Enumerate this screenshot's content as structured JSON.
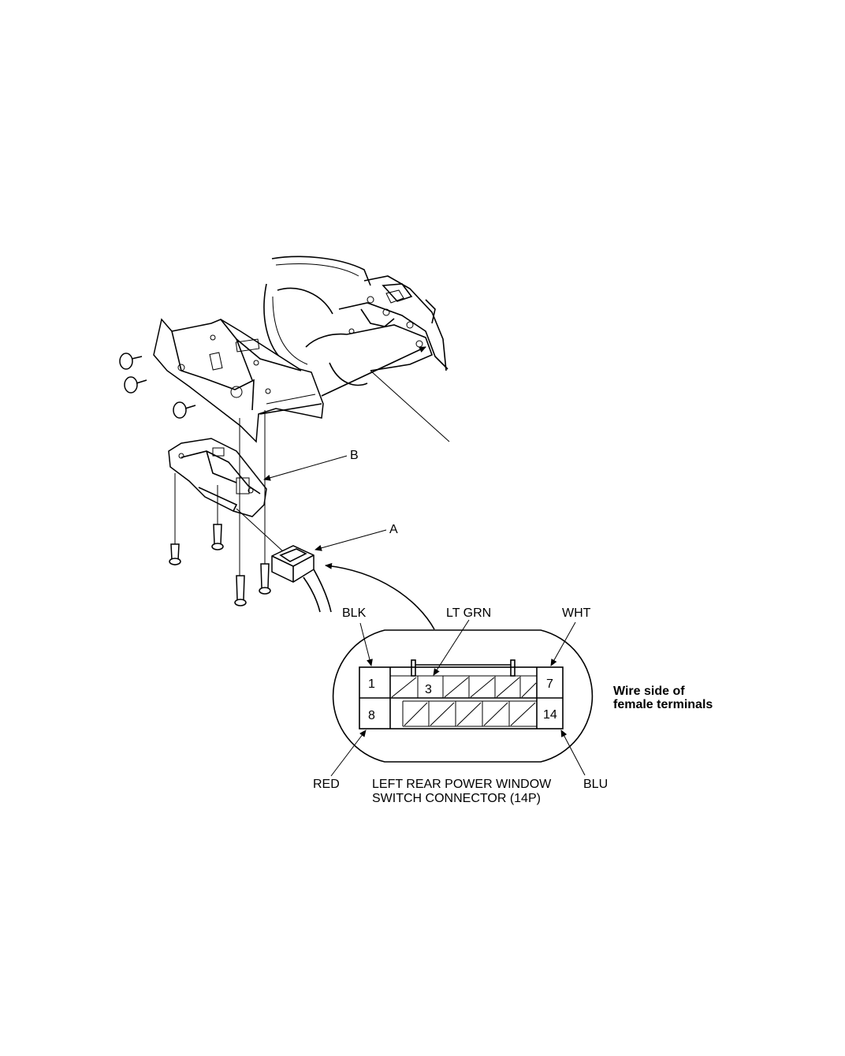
{
  "callouts": {
    "b": "B",
    "a": "A"
  },
  "wire_colors": {
    "blk": "BLK",
    "lt_grn": "LT GRN",
    "wht": "WHT",
    "red": "RED",
    "blu": "BLU"
  },
  "connector": {
    "pins": {
      "p1": "1",
      "p3": "3",
      "p7": "7",
      "p8": "8",
      "p14": "14"
    },
    "view_note_line1": "Wire side of",
    "view_note_line2": "female terminals",
    "name_line1": "LEFT REAR POWER WINDOW",
    "name_line2": "SWITCH CONNECTOR (14P)"
  }
}
